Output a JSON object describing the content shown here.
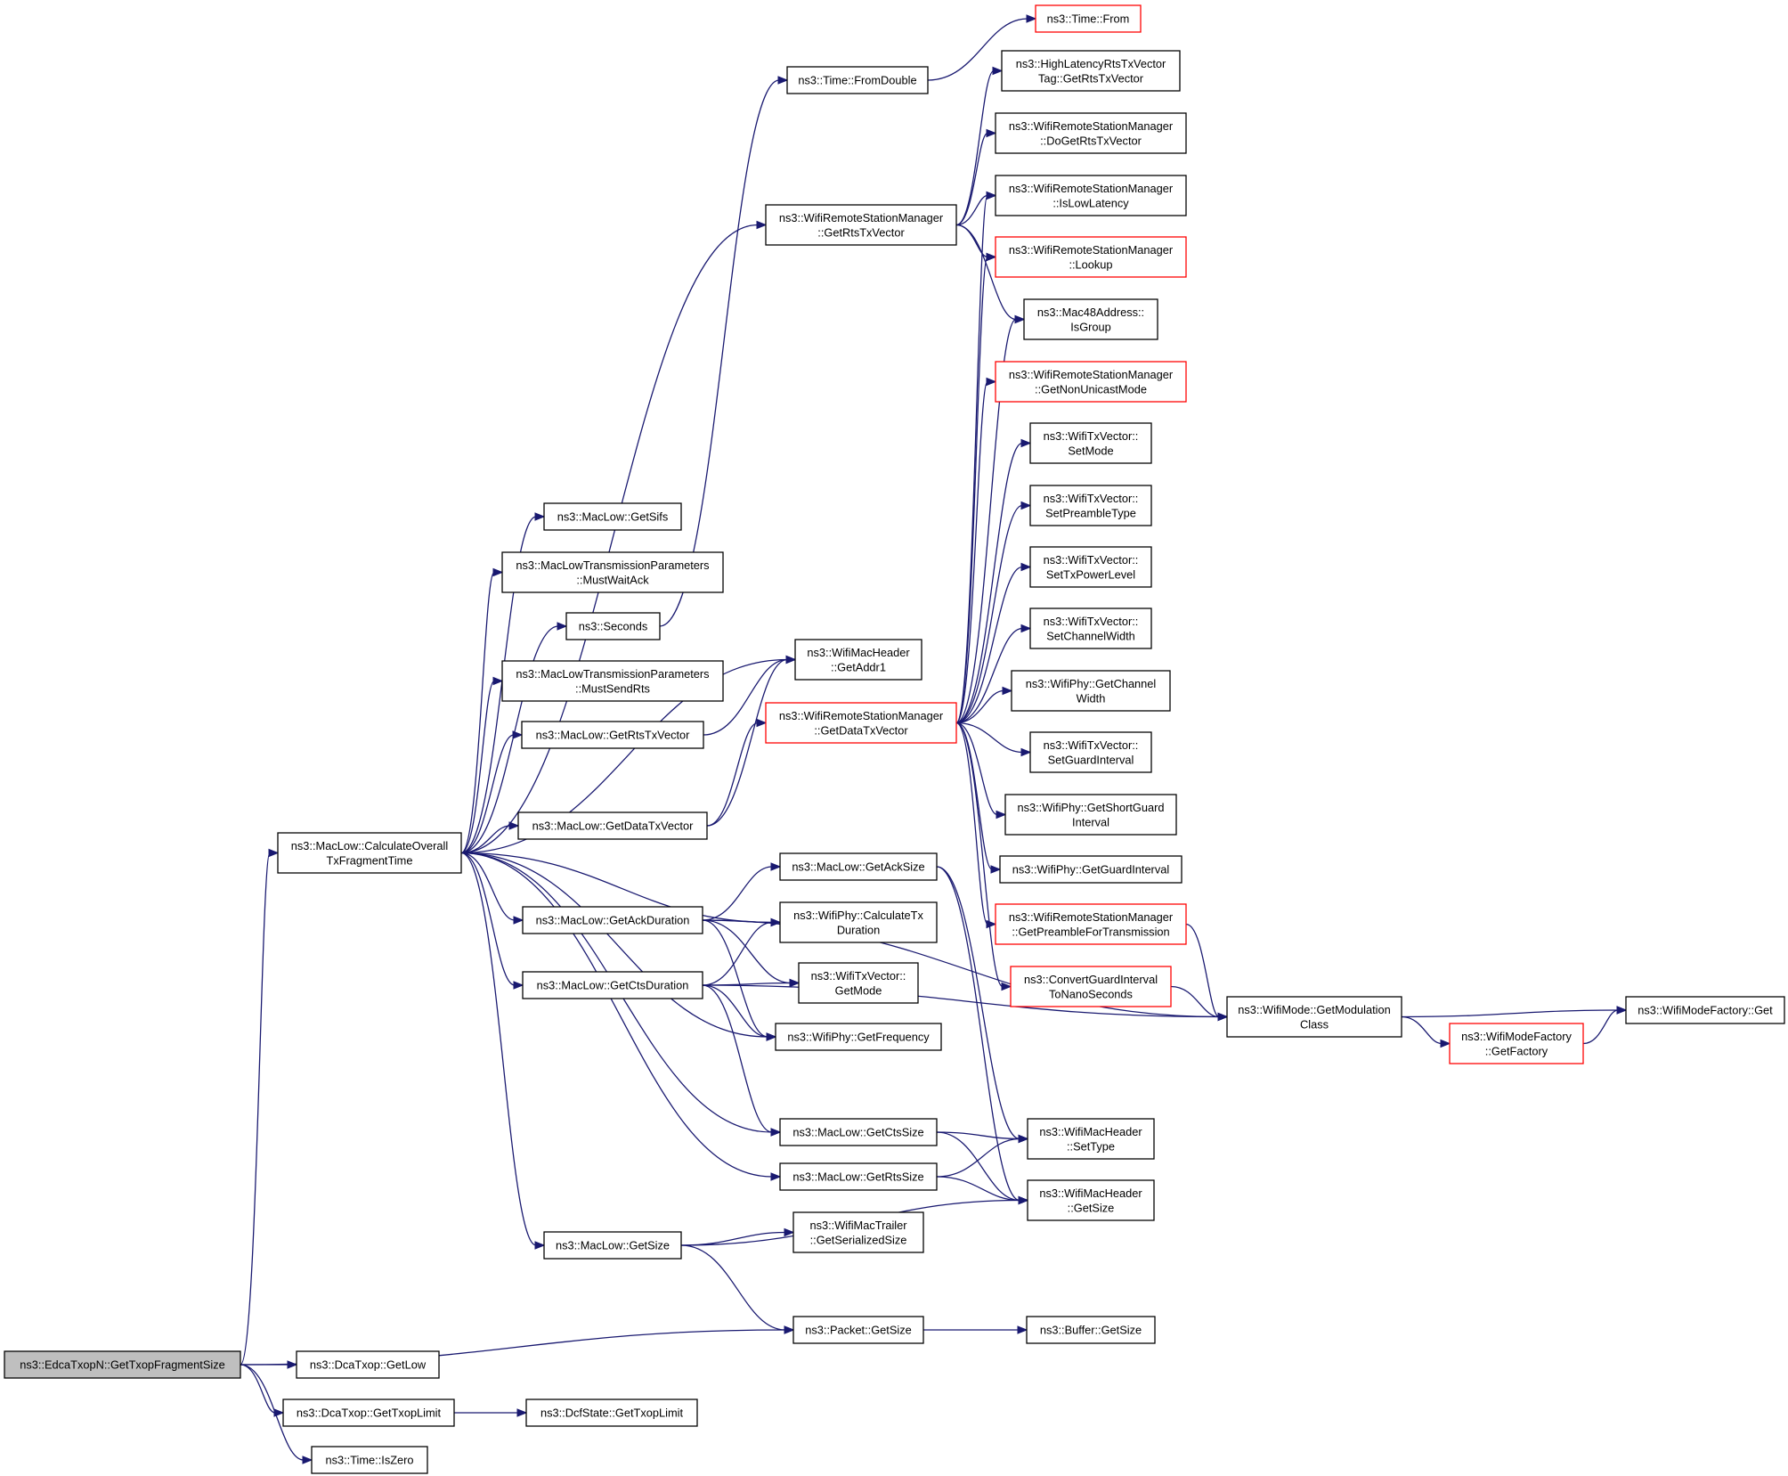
{
  "colors": {
    "edge": "#191970",
    "box_border": "#000000",
    "box_border_truncated": "#ff0000",
    "root_fill": "#bfbfbf",
    "box_fill": "#ffffff"
  },
  "nodes": [
    {
      "id": "root",
      "lines": [
        "ns3::EdcaTxopN::GetTxopFragmentSize"
      ],
      "root": true
    },
    {
      "id": "getLow",
      "lines": [
        "ns3::DcaTxop::GetLow"
      ]
    },
    {
      "id": "getTxopLimit",
      "lines": [
        "ns3::DcaTxop::GetTxopLimit"
      ]
    },
    {
      "id": "dcfTxop",
      "lines": [
        "ns3::DcfState::GetTxopLimit"
      ]
    },
    {
      "id": "isZero",
      "lines": [
        "ns3::Time::IsZero"
      ]
    },
    {
      "id": "calc",
      "lines": [
        "ns3::MacLow::CalculateOverall",
        "TxFragmentTime"
      ]
    },
    {
      "id": "getSifs",
      "lines": [
        "ns3::MacLow::GetSifs"
      ]
    },
    {
      "id": "mustWaitAck",
      "lines": [
        "ns3::MacLowTransmissionParameters",
        "::MustWaitAck"
      ]
    },
    {
      "id": "seconds",
      "lines": [
        "ns3::Seconds"
      ]
    },
    {
      "id": "mustSendRts",
      "lines": [
        "ns3::MacLowTransmissionParameters",
        "::MustSendRts"
      ]
    },
    {
      "id": "macRtsTx",
      "lines": [
        "ns3::MacLow::GetRtsTxVector"
      ]
    },
    {
      "id": "macDataTx",
      "lines": [
        "ns3::MacLow::GetDataTxVector"
      ]
    },
    {
      "id": "ackDur",
      "lines": [
        "ns3::MacLow::GetAckDuration"
      ]
    },
    {
      "id": "ctsDur",
      "lines": [
        "ns3::MacLow::GetCtsDuration"
      ]
    },
    {
      "id": "macSize",
      "lines": [
        "ns3::MacLow::GetSize"
      ]
    },
    {
      "id": "fromDouble",
      "lines": [
        "ns3::Time::FromDouble"
      ]
    },
    {
      "id": "timeFrom",
      "lines": [
        "ns3::Time::From"
      ],
      "truncated": true
    },
    {
      "id": "wrsmRts",
      "lines": [
        "ns3::WifiRemoteStationManager",
        "::GetRtsTxVector"
      ]
    },
    {
      "id": "getAddr1",
      "lines": [
        "ns3::WifiMacHeader",
        "::GetAddr1"
      ]
    },
    {
      "id": "wrsmData",
      "lines": [
        "ns3::WifiRemoteStationManager",
        "::GetDataTxVector"
      ],
      "truncated": true
    },
    {
      "id": "ackSize",
      "lines": [
        "ns3::MacLow::GetAckSize"
      ]
    },
    {
      "id": "calcTxDur",
      "lines": [
        "ns3::WifiPhy::CalculateTx",
        "Duration"
      ]
    },
    {
      "id": "txvGetMode",
      "lines": [
        "ns3::WifiTxVector::",
        "GetMode"
      ]
    },
    {
      "id": "getFreq",
      "lines": [
        "ns3::WifiPhy::GetFrequency"
      ]
    },
    {
      "id": "ctsSize",
      "lines": [
        "ns3::MacLow::GetCtsSize"
      ]
    },
    {
      "id": "rtsSize",
      "lines": [
        "ns3::MacLow::GetRtsSize"
      ]
    },
    {
      "id": "trailer",
      "lines": [
        "ns3::WifiMacTrailer",
        "::GetSerializedSize"
      ]
    },
    {
      "id": "pktSize",
      "lines": [
        "ns3::Packet::GetSize"
      ]
    },
    {
      "id": "bufSize",
      "lines": [
        "ns3::Buffer::GetSize"
      ]
    },
    {
      "id": "hlTag",
      "lines": [
        "ns3::HighLatencyRtsTxVector",
        "Tag::GetRtsTxVector"
      ]
    },
    {
      "id": "doGetRts",
      "lines": [
        "ns3::WifiRemoteStationManager",
        "::DoGetRtsTxVector"
      ]
    },
    {
      "id": "isLowLat",
      "lines": [
        "ns3::WifiRemoteStationManager",
        "::IsLowLatency"
      ]
    },
    {
      "id": "lookup",
      "lines": [
        "ns3::WifiRemoteStationManager",
        "::Lookup"
      ],
      "truncated": true
    },
    {
      "id": "isGroup",
      "lines": [
        "ns3::Mac48Address::",
        "IsGroup"
      ]
    },
    {
      "id": "nonUni",
      "lines": [
        "ns3::WifiRemoteStationManager",
        "::GetNonUnicastMode"
      ],
      "truncated": true
    },
    {
      "id": "setMode",
      "lines": [
        "ns3::WifiTxVector::",
        "SetMode"
      ]
    },
    {
      "id": "setPre",
      "lines": [
        "ns3::WifiTxVector::",
        "SetPreambleType"
      ]
    },
    {
      "id": "setTxPow",
      "lines": [
        "ns3::WifiTxVector::",
        "SetTxPowerLevel"
      ]
    },
    {
      "id": "setChan",
      "lines": [
        "ns3::WifiTxVector::",
        "SetChannelWidth"
      ]
    },
    {
      "id": "phyChan",
      "lines": [
        "ns3::WifiPhy::GetChannel",
        "Width"
      ]
    },
    {
      "id": "setGI",
      "lines": [
        "ns3::WifiTxVector::",
        "SetGuardInterval"
      ]
    },
    {
      "id": "phyShortGI",
      "lines": [
        "ns3::WifiPhy::GetShortGuard",
        "Interval"
      ]
    },
    {
      "id": "phyGI",
      "lines": [
        "ns3::WifiPhy::GetGuardInterval"
      ]
    },
    {
      "id": "preTx",
      "lines": [
        "ns3::WifiRemoteStationManager",
        "::GetPreambleForTransmission"
      ],
      "truncated": true
    },
    {
      "id": "convGI",
      "lines": [
        "ns3::ConvertGuardInterval",
        "ToNanoSeconds"
      ],
      "truncated": true
    },
    {
      "id": "modClass",
      "lines": [
        "ns3::WifiMode::GetModulation",
        "Class"
      ]
    },
    {
      "id": "getFactory",
      "lines": [
        "ns3::WifiModeFactory",
        "::GetFactory"
      ],
      "truncated": true
    },
    {
      "id": "factGet",
      "lines": [
        "ns3::WifiModeFactory::Get"
      ]
    },
    {
      "id": "setType",
      "lines": [
        "ns3::WifiMacHeader",
        "::SetType"
      ]
    },
    {
      "id": "hdrSize",
      "lines": [
        "ns3::WifiMacHeader",
        "::GetSize"
      ]
    }
  ],
  "edges": [
    [
      "root",
      "getLow"
    ],
    [
      "root",
      "getTxopLimit"
    ],
    [
      "root",
      "isZero"
    ],
    [
      "root",
      "calc"
    ],
    [
      "root",
      "pktSize"
    ],
    [
      "getTxopLimit",
      "dcfTxop"
    ],
    [
      "calc",
      "getSifs"
    ],
    [
      "calc",
      "mustWaitAck"
    ],
    [
      "calc",
      "seconds"
    ],
    [
      "calc",
      "mustSendRts"
    ],
    [
      "calc",
      "macRtsTx"
    ],
    [
      "calc",
      "macDataTx"
    ],
    [
      "calc",
      "ackDur"
    ],
    [
      "calc",
      "ctsDur"
    ],
    [
      "calc",
      "macSize"
    ],
    [
      "calc",
      "getAddr1"
    ],
    [
      "calc",
      "wrsmRts"
    ],
    [
      "calc",
      "calcTxDur"
    ],
    [
      "calc",
      "getFreq"
    ],
    [
      "calc",
      "ctsSize"
    ],
    [
      "calc",
      "rtsSize"
    ],
    [
      "seconds",
      "fromDouble"
    ],
    [
      "fromDouble",
      "timeFrom"
    ],
    [
      "macRtsTx",
      "getAddr1"
    ],
    [
      "macDataTx",
      "getAddr1"
    ],
    [
      "macDataTx",
      "wrsmData"
    ],
    [
      "ackDur",
      "ackSize"
    ],
    [
      "ackDur",
      "calcTxDur"
    ],
    [
      "ackDur",
      "txvGetMode"
    ],
    [
      "ackDur",
      "getFreq"
    ],
    [
      "ackDur",
      "modClass"
    ],
    [
      "ctsDur",
      "calcTxDur"
    ],
    [
      "ctsDur",
      "txvGetMode"
    ],
    [
      "ctsDur",
      "getFreq"
    ],
    [
      "ctsDur",
      "ctsSize"
    ],
    [
      "ctsDur",
      "modClass"
    ],
    [
      "macSize",
      "trailer"
    ],
    [
      "macSize",
      "hdrSize"
    ],
    [
      "macSize",
      "pktSize"
    ],
    [
      "pktSize",
      "bufSize"
    ],
    [
      "wrsmRts",
      "hlTag"
    ],
    [
      "wrsmRts",
      "doGetRts"
    ],
    [
      "wrsmRts",
      "isLowLat"
    ],
    [
      "wrsmRts",
      "lookup"
    ],
    [
      "wrsmRts",
      "isGroup"
    ],
    [
      "wrsmData",
      "isLowLat"
    ],
    [
      "wrsmData",
      "lookup"
    ],
    [
      "wrsmData",
      "isGroup"
    ],
    [
      "wrsmData",
      "nonUni"
    ],
    [
      "wrsmData",
      "setMode"
    ],
    [
      "wrsmData",
      "setPre"
    ],
    [
      "wrsmData",
      "setTxPow"
    ],
    [
      "wrsmData",
      "setChan"
    ],
    [
      "wrsmData",
      "phyChan"
    ],
    [
      "wrsmData",
      "setGI"
    ],
    [
      "wrsmData",
      "phyShortGI"
    ],
    [
      "wrsmData",
      "phyGI"
    ],
    [
      "wrsmData",
      "preTx"
    ],
    [
      "wrsmData",
      "convGI"
    ],
    [
      "preTx",
      "modClass"
    ],
    [
      "convGI",
      "modClass"
    ],
    [
      "modClass",
      "getFactory"
    ],
    [
      "modClass",
      "factGet"
    ],
    [
      "getFactory",
      "factGet"
    ],
    [
      "ackSize",
      "setType"
    ],
    [
      "ackSize",
      "hdrSize"
    ],
    [
      "ctsSize",
      "setType"
    ],
    [
      "ctsSize",
      "hdrSize"
    ],
    [
      "rtsSize",
      "setType"
    ],
    [
      "rtsSize",
      "hdrSize"
    ]
  ]
}
